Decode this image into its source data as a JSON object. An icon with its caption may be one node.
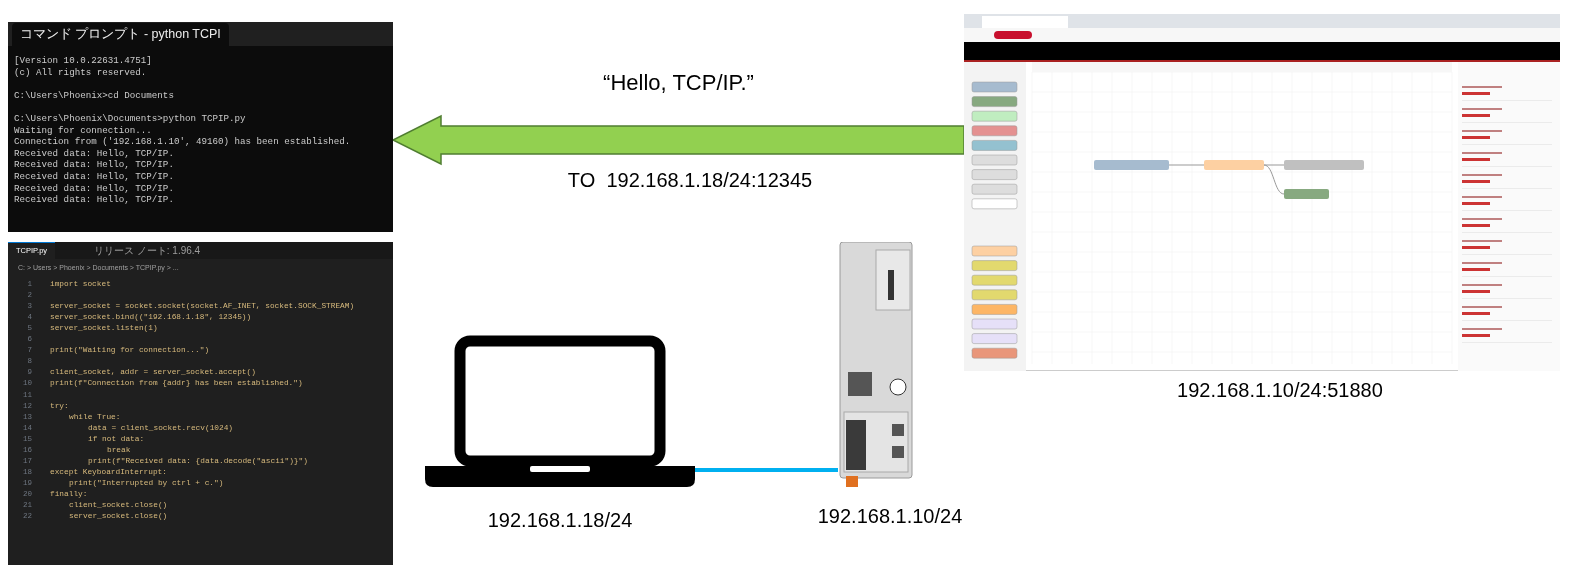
{
  "diagram": {
    "nodes": [
      {
        "text": [
          "コマンド プロンプト - python TCPI",
          "[Version 10.0.22631.4751]",
          "(c) All rights reserved.",
          "C:\\Users\\Phoenix>cd Documents",
          "C:\\Users\\Phoenix\\Documents>python TCPIP.py",
          "Waiting for connection...",
          "Connection from ('192.168.1.10', 49160) has been established.",
          "Received data: Hello, TCP/IP.",
          "Received data: Hello, TCP/IP.",
          "Received data: Hello, TCP/IP.",
          "Received data: Hello, TCP/IP.",
          "Received data: Hello, TCP/IP."
        ]
      },
      {
        "text": [
          "TCPIP.py",
          "リリース ノート: 1.96.4",
          "C: > Users > Phoenix > Documents > TCPIP.py > ...",
          "1",
          "import socket",
          "2",
          "3",
          "server_socket = socket.socket(socket.AF_INET, socket.SOCK_STREAM)",
          "4",
          "server_socket.bind((\"192.168.1.18\", 12345))",
          "5",
          "server_socket.listen(1)",
          "6",
          "7",
          "print(\"Waiting for connection...\")",
          "8",
          "9",
          "client_socket, addr = server_socket.accept()",
          "10",
          "print(f\"Connection from {addr} has been established.\")",
          "11",
          "12",
          "try:",
          "13",
          "while True:",
          "14",
          "data = client_socket.recv(1024)",
          "15",
          "if not data:",
          "16",
          "break",
          "17",
          "print(f\"Received data: {data.decode(\"ascii\")}\")",
          "18",
          "except KeyboardInterrupt:",
          "19",
          "print(\"Interrupted by ctrl + c.\")",
          "20",
          "finally:",
          "21",
          "client_socket.close()",
          "22",
          "server_socket.close()"
        ]
      },
      {
        "text": [],
        "shape": "picture",
        "beside": [
          "192.168.1.10/24:51880"
        ]
      },
      {
        "text": [],
        "shape": "laptop",
        "beside": [
          "192.168.1.18/24"
        ]
      },
      {
        "text": [],
        "shape": "picture",
        "beside": [
          "192.168.1.10/24"
        ]
      }
    ],
    "edges": [
      {
        "from": 2,
        "to": 0,
        "arrow": "to",
        "label": "“Hello, TCP/IP.”",
        "style": "thick",
        "color": "#92d050"
      },
      {
        "from": 3,
        "to": 4,
        "arrow": "none",
        "color": "#00b0f0"
      }
    ],
    "labels": [
      "TO  192.168.1.18/24:12345"
    ]
  }
}
